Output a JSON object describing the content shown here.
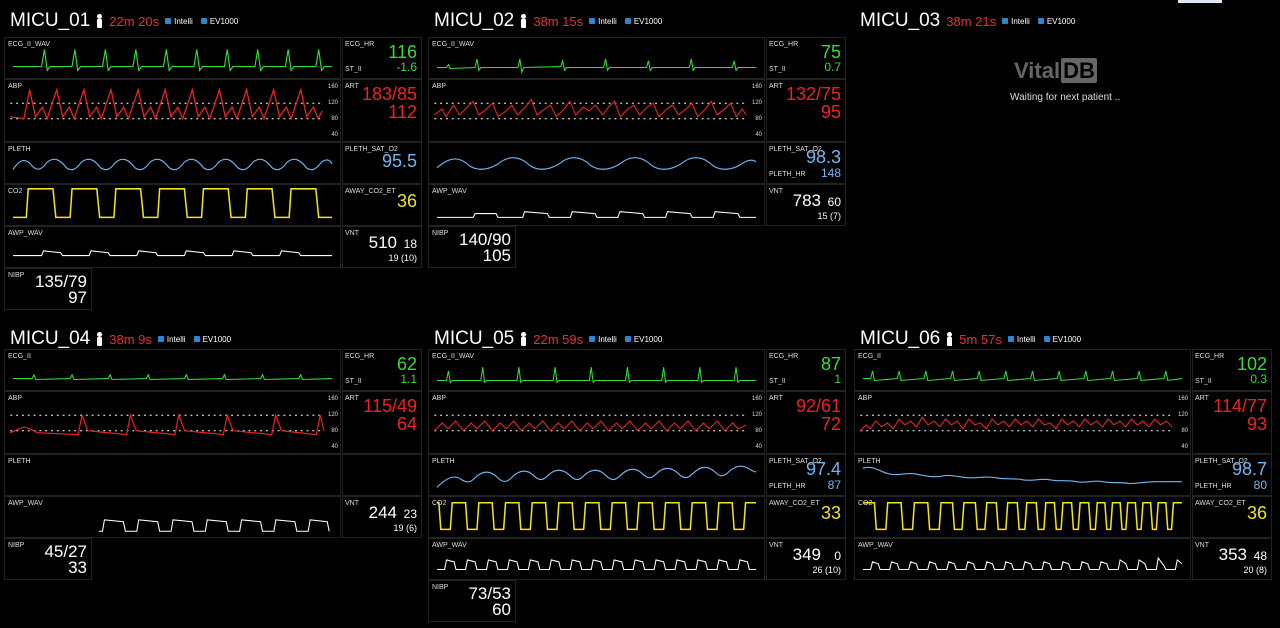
{
  "colors": {
    "ecg": "#33dd33",
    "abp": "#ee2222",
    "pleth": "#6fb6f0",
    "co2": "#f2e31b",
    "awp": "#ffffff",
    "time": "#e53030",
    "device": "#2d86d4"
  },
  "devices": [
    "Intelli",
    "EV1000"
  ],
  "panels": [
    {
      "bed": "MICU_01",
      "time": "22m 20s",
      "ecg": {
        "label": "ECG_II_WAV",
        "hr_label": "ECG_HR",
        "hr": "116",
        "st_label": "ST_II",
        "st": "-1.6"
      },
      "abp": {
        "label": "ABP",
        "art_label": "ART",
        "value": "183/85",
        "mean": "112",
        "ticks": [
          "160",
          "120",
          "80",
          "40"
        ]
      },
      "pleth": {
        "label": "PLETH",
        "sat_label": "PLETH_SAT_O2",
        "sat": "95.5"
      },
      "co2": {
        "label": "CO2",
        "et_label": "AWAY_CO2_ET",
        "et": "36"
      },
      "awp": {
        "label": "AWP_WAV",
        "vnt_label": "VNT",
        "vt": "510",
        "rr": "18",
        "sub": "19 (10)"
      },
      "nibp": {
        "label": "NIBP",
        "value": "135/79",
        "mean": "97"
      }
    },
    {
      "bed": "MICU_02",
      "time": "38m 15s",
      "ecg": {
        "label": "ECG_II_WAV",
        "hr_label": "ECG_HR",
        "hr": "75",
        "st_label": "ST_II",
        "st": "0.7"
      },
      "abp": {
        "label": "ABP",
        "art_label": "ART",
        "value": "132/75",
        "mean": "95",
        "ticks": [
          "160",
          "120",
          "80",
          "40"
        ]
      },
      "pleth": {
        "label": "",
        "sat_label": "PLETH_SAT_O2",
        "sat": "98.3",
        "hr_label": "PLETH_HR",
        "hr": "148"
      },
      "awp": {
        "label": "AWP_WAV",
        "vnt_label": "VNT",
        "vt": "783",
        "rr": "60",
        "sub": "15 (7)"
      },
      "nibp": {
        "label": "NIBP",
        "value": "140/90",
        "mean": "105"
      }
    },
    {
      "bed": "MICU_03",
      "time": "38m 21s",
      "logo_a": "Vital",
      "logo_b": "DB",
      "waiting": "Waiting for next patient .."
    },
    {
      "bed": "MICU_04",
      "time": "38m 9s",
      "ecg": {
        "label": "ECG_II",
        "hr_label": "ECG_HR",
        "hr": "62",
        "st_label": "ST_II",
        "st": "1.1"
      },
      "abp": {
        "label": "ABP",
        "art_label": "ART",
        "value": "115/49",
        "mean": "64",
        "ticks": [
          "160",
          "120",
          "80",
          "40"
        ]
      },
      "pleth": {
        "label": "PLETH"
      },
      "awp": {
        "label": "AWP_WAV",
        "vnt_label": "VNT",
        "vt": "244",
        "rr": "23",
        "sub": "19 (6)"
      },
      "nibp": {
        "label": "NIBP",
        "value": "45/27",
        "mean": "33"
      }
    },
    {
      "bed": "MICU_05",
      "time": "22m 59s",
      "ecg": {
        "label": "ECG_II_WAV",
        "hr_label": "ECG_HR",
        "hr": "87",
        "st_label": "ST_II",
        "st": "1"
      },
      "abp": {
        "label": "ABP",
        "art_label": "ART",
        "value": "92/61",
        "mean": "72",
        "ticks": [
          "160",
          "120",
          "80",
          "40"
        ]
      },
      "pleth": {
        "label": "PLETH",
        "sat_label": "PLETH_SAT_O2",
        "sat": "97.4",
        "hr_label": "PLETH_HR",
        "hr": "87"
      },
      "co2": {
        "label": "CO2",
        "et_label": "AWAY_CO2_ET",
        "et": "33"
      },
      "awp": {
        "label": "AWP_WAV",
        "vnt_label": "VNT",
        "vt": "349",
        "rr": "0",
        "sub": "26 (10)"
      },
      "nibp": {
        "label": "NIBP",
        "value": "73/53",
        "mean": "60"
      }
    },
    {
      "bed": "MICU_06",
      "time": "5m 57s",
      "ecg": {
        "label": "ECG_II",
        "hr_label": "ECG_HR",
        "hr": "102",
        "st_label": "ST_II",
        "st": "0.3"
      },
      "abp": {
        "label": "ABP",
        "art_label": "ART",
        "value": "114/77",
        "mean": "93",
        "ticks": [
          "160",
          "120",
          "80",
          "40"
        ]
      },
      "pleth": {
        "label": "PLETH",
        "sat_label": "PLETH_SAT_O2",
        "sat": "98.7",
        "hr_label": "PLETH_HR",
        "hr": "80"
      },
      "co2": {
        "label": "CO2",
        "et_label": "AWAY_CO2_ET",
        "et": "36"
      },
      "awp": {
        "label": "AWP_WAV",
        "vnt_label": "VNT",
        "vt": "353",
        "rr": "48",
        "sub": "20 (8)"
      }
    }
  ]
}
